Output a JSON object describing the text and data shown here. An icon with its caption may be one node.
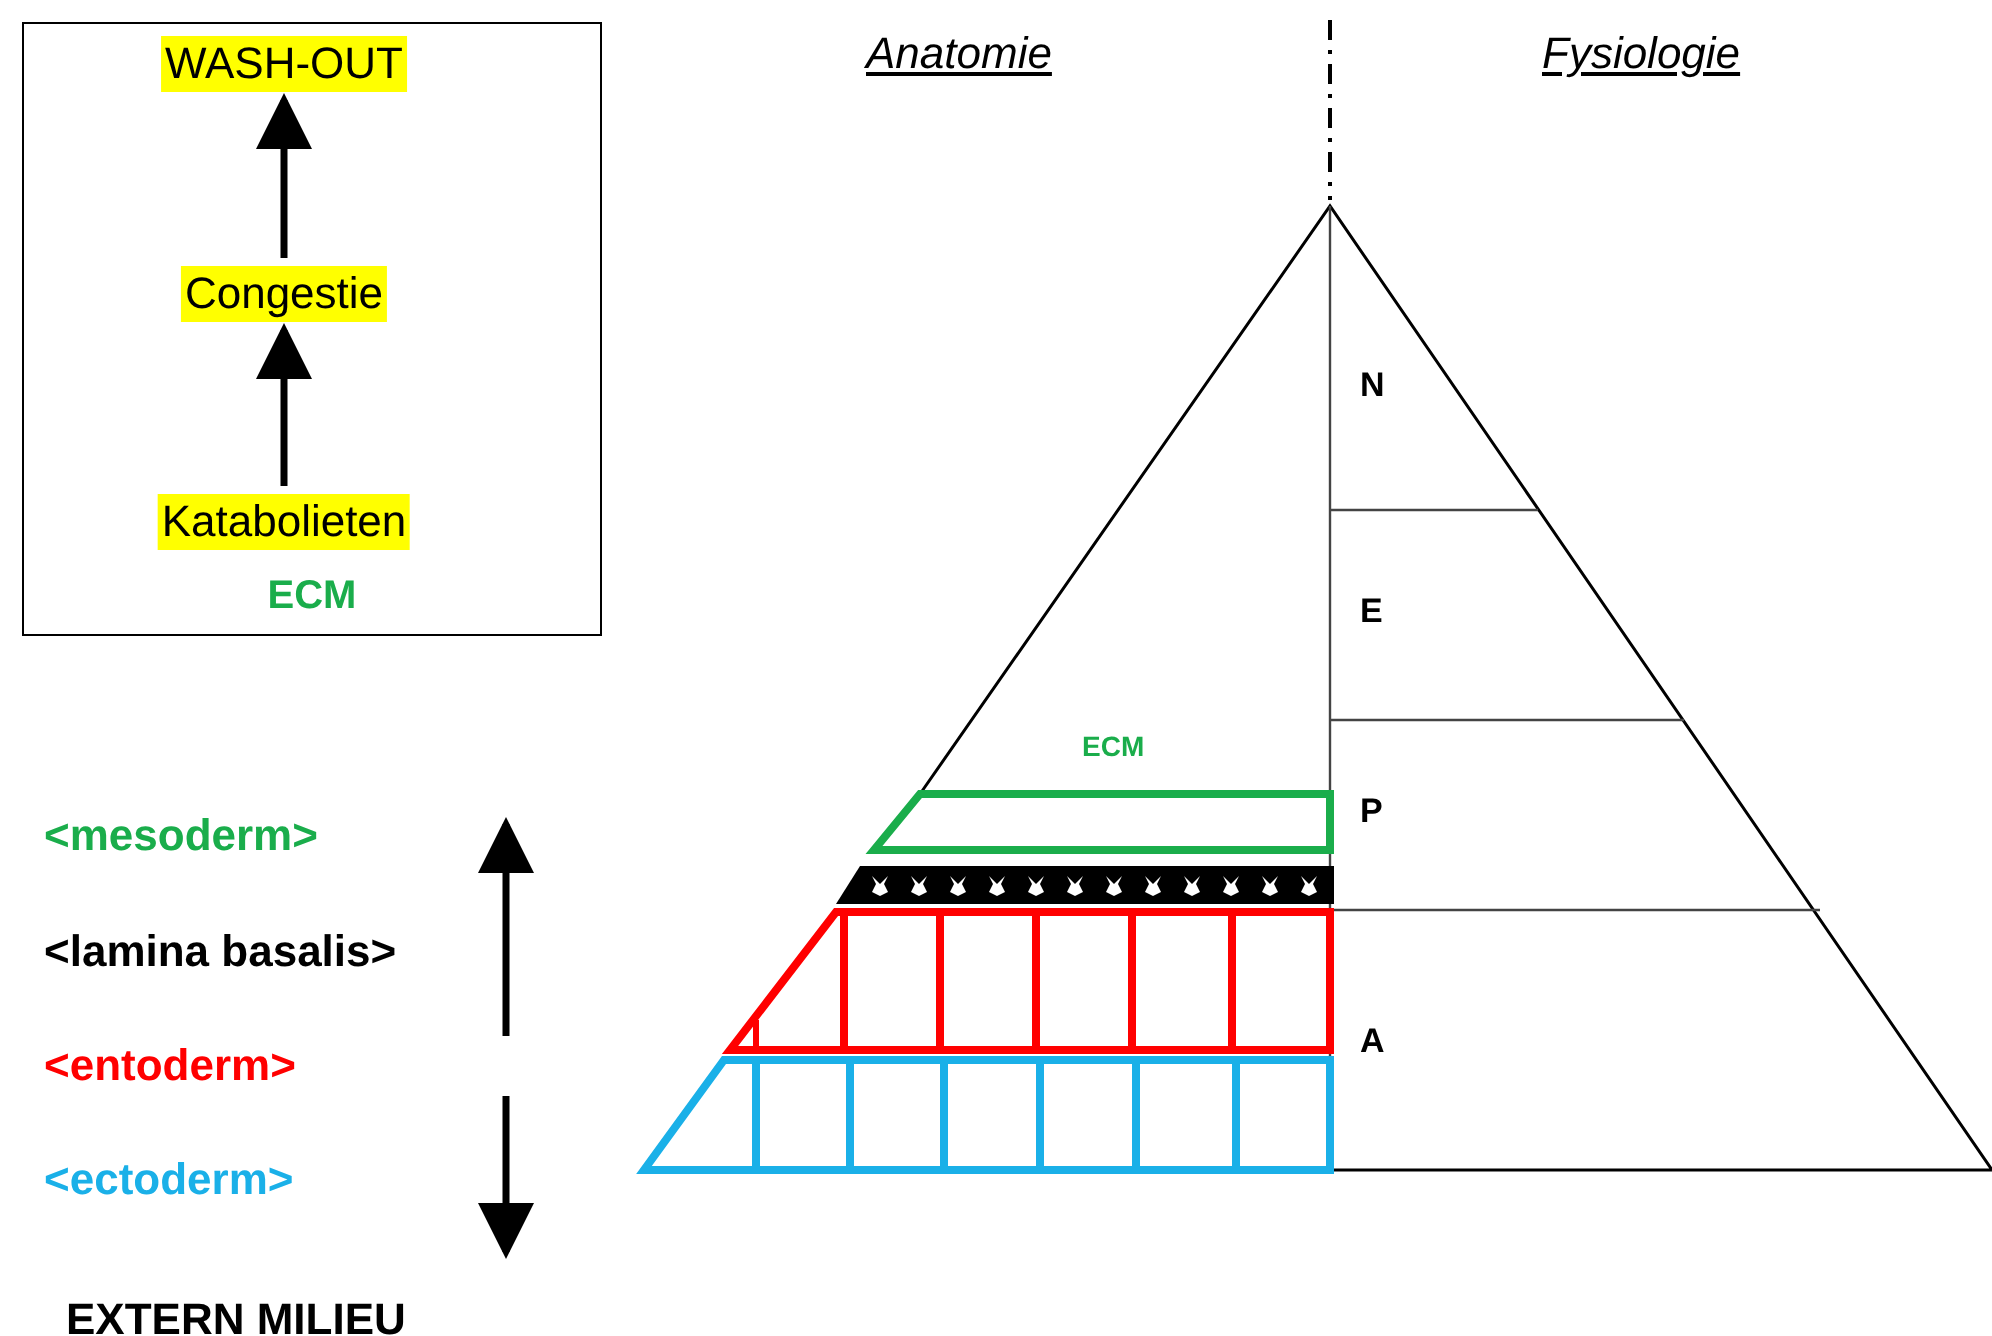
{
  "diagram": {
    "nodes": [
      {
        "text": [
          "ECM"
        ]
      },
      {
        "text": [
          "WASH-OUT"
        ],
        "in": 0
      },
      {
        "text": [
          "Congestie"
        ],
        "in": 0
      },
      {
        "text": [
          "Katabolieten"
        ],
        "in": 0
      }
    ],
    "edges": [
      {
        "from": 3,
        "to": 2,
        "arrow": "to"
      },
      {
        "from": 2,
        "to": 1,
        "arrow": "to"
      }
    ],
    "labels": [
      "Anatomie",
      "Fysiologie",
      "N",
      "E",
      "ECM",
      "P",
      "A",
      "<mesoderm>",
      "<lamina basalis>",
      "<entoderm>",
      "<ectoderm>",
      "EXTERN MILIEU"
    ]
  }
}
